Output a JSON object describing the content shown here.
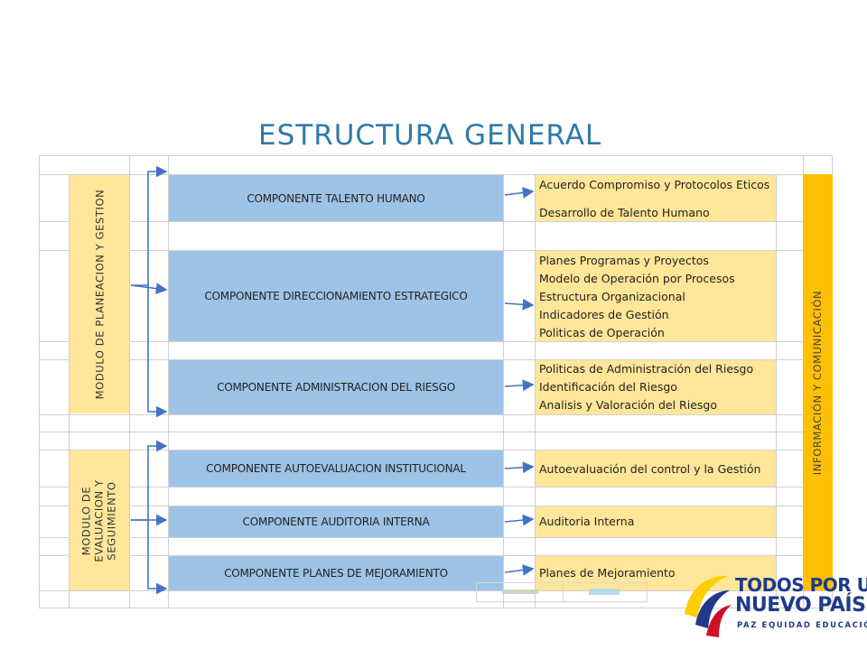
{
  "title": "ESTRUCTURA GENERAL",
  "modules": [
    {
      "label": "MODULO DE PLANEACION Y GESTION"
    },
    {
      "label_lines": [
        "MODULO DE",
        "EVALUACION Y",
        "SEGUIMIENTO"
      ]
    }
  ],
  "components": [
    "COMPONENTE TALENTO HUMANO",
    "COMPONENTE DIRECCIONAMIENTO ESTRATEGICO",
    "COMPONENTE ADMINISTRACION DEL RIESGO",
    "COMPONENTE AUTOEVALUACION INSTITUCIONAL",
    "COMPONENTE AUDITORIA INTERNA",
    "COMPONENTE PLANES DE MEJORAMIENTO"
  ],
  "elements": [
    [
      "Acuerdo  Compromiso y Protocolos Eticos",
      "Desarrollo de Talento Humano"
    ],
    [
      "Planes Programas y Proyectos",
      "Modelo de Operación por Procesos",
      "Estructura Organizacional",
      "Indicadores de Gestión",
      "Politicas de Operación"
    ],
    [
      "Politicas de Administración del Riesgo",
      "Identificación del Riesgo",
      "Analisis  y Valoración del Riesgo"
    ],
    [
      "Autoevaluación del control y la Gestión"
    ],
    [
      "Auditoria Interna"
    ],
    [
      "Planes de Mejoramiento"
    ]
  ],
  "axis_label": "INFORMACIÓN Y COMUNICACIÓN",
  "brand": {
    "line1": "TODOS POR UN",
    "line2": "NUEVO PAÍS",
    "tagline": "PAZ  EQUIDAD  EDUCACIÓN"
  },
  "colors": {
    "title": "#2E7BA8",
    "component": "#9DC3E6",
    "element": "#FFE699",
    "module": "#FFE699",
    "info_bar": "#FFC000",
    "arrow": "#4472C4"
  }
}
